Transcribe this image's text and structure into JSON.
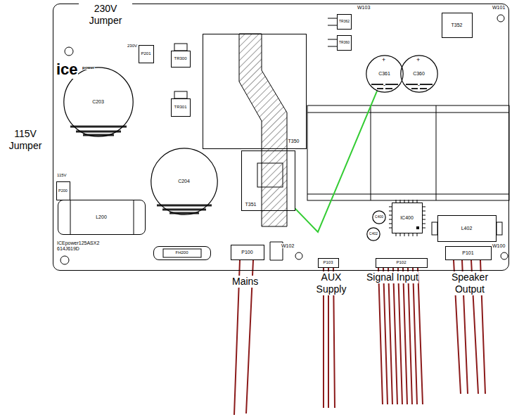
{
  "diagram": {
    "nodes": [
      {
        "text": [
          "ICEpower125ASX2 614J619D"
        ]
      },
      {
        "text": [
          "P201"
        ],
        "in": 0
      },
      {
        "text": [
          "TR300"
        ],
        "in": 0
      },
      {
        "text": [
          "TR301"
        ],
        "in": 0
      },
      {
        "text": [
          "C203"
        ],
        "in": 0
      },
      {
        "text": [
          "P200"
        ],
        "in": 0
      },
      {
        "text": [
          "C204"
        ],
        "in": 0
      },
      {
        "text": [
          "L200"
        ],
        "in": 0
      },
      {
        "text": [
          "T350"
        ],
        "in": 0
      },
      {
        "text": [
          "T351"
        ],
        "in": 0
      },
      {
        "text": [
          "TR362"
        ],
        "in": 0
      },
      {
        "text": [
          "TR360"
        ],
        "in": 0
      },
      {
        "text": [
          "C361"
        ],
        "in": 0
      },
      {
        "text": [
          "C360"
        ],
        "in": 0
      },
      {
        "text": [
          "T352"
        ],
        "in": 0
      },
      {
        "text": [
          "IC400"
        ],
        "in": 0
      },
      {
        "text": [
          "C400"
        ],
        "in": 0
      },
      {
        "text": [
          "C402"
        ],
        "in": 0
      },
      {
        "text": [
          "L402"
        ],
        "in": 0
      },
      {
        "text": [
          "P101"
        ],
        "in": 0
      },
      {
        "text": [
          "P102"
        ],
        "in": 0
      },
      {
        "text": [
          "P103"
        ],
        "in": 0
      },
      {
        "text": [
          "P100"
        ],
        "in": 0
      },
      {
        "text": [
          "FH200"
        ],
        "in": 0
      }
    ],
    "edges": [
      {
        "from": 9,
        "to": 12,
        "arrow": "none"
      }
    ],
    "labels": [
      "230V Jumper",
      "115V Jumper",
      "230V",
      "115V",
      "ice",
      "power",
      "W103",
      "W101",
      "+",
      "-",
      "+",
      "-",
      "W102",
      "W100",
      "Mains",
      "AUX Supply",
      "Signal Input",
      "Speaker Output"
    ]
  }
}
